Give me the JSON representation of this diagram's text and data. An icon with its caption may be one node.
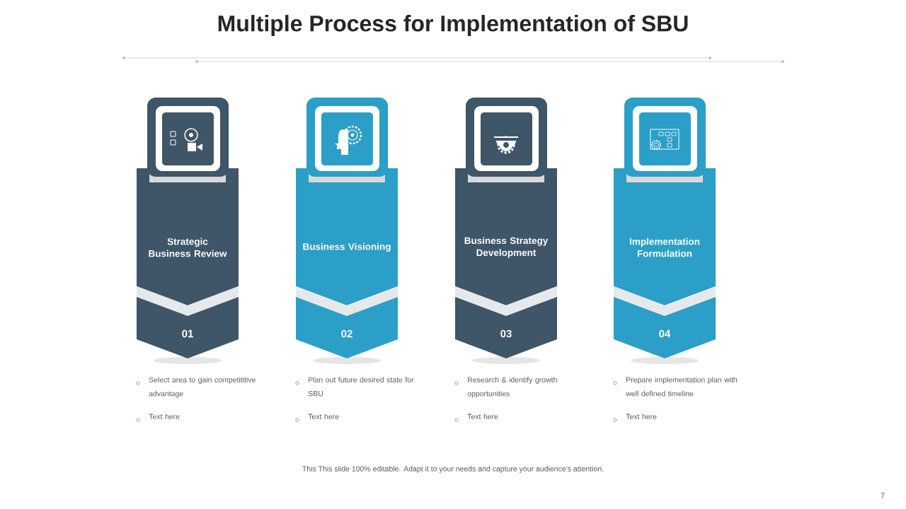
{
  "diagram": {
    "title": "Multiple Process for Implementation of SBU",
    "caption": "This This slide 100% editable. Adapt it to your needs and capture your audience’s attention.",
    "nodes": [
      {
        "text": [
          "Strategic Business Review",
          "01"
        ],
        "beside": [
          "Select area to gain competititive advantage",
          "Text here"
        ]
      },
      {
        "text": [
          "Business Visioning",
          "02"
        ],
        "beside": [
          "Plan out future desired state for SBU",
          "Text here"
        ]
      },
      {
        "text": [
          "Business Strategy Development",
          "03"
        ],
        "beside": [
          "Research & identify growth opportunities",
          "Text here"
        ]
      },
      {
        "text": [
          "Implementation Formulation",
          "04"
        ],
        "beside": [
          "Prepare implementation plan with well defined timeline",
          "Text here"
        ]
      }
    ],
    "labels": [
      "7"
    ]
  }
}
